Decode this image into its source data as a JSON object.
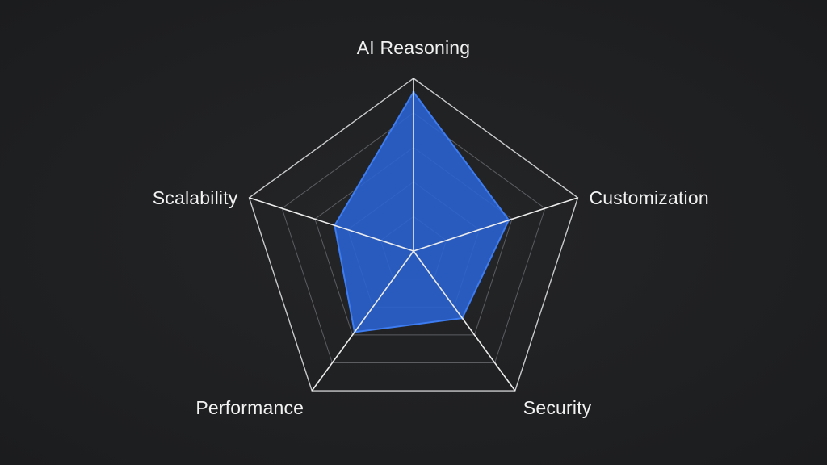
{
  "chart_data": {
    "type": "radar",
    "axes": [
      "AI Reasoning",
      "Customization",
      "Security",
      "Performance",
      "Scalability"
    ],
    "series": [
      {
        "values": [
          0.92,
          0.58,
          0.48,
          0.58,
          0.48
        ]
      }
    ],
    "range": [
      0,
      1
    ],
    "grid_levels": 5,
    "colors": {
      "fill": "#2a63d4",
      "stroke": "#3d7bf0",
      "spokes": "#ececec",
      "grid": "#5b5d61",
      "background": "#1f2022",
      "label": "#f2f2f2"
    },
    "legend": "none"
  }
}
